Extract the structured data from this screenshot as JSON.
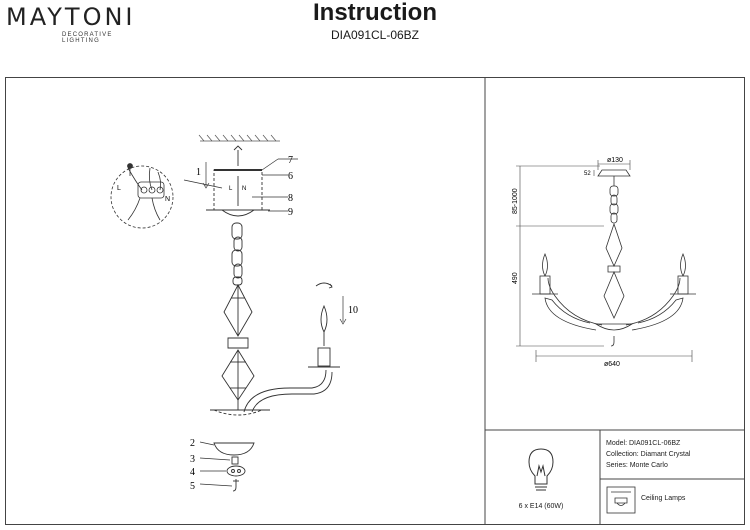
{
  "header": {
    "brand_name": "MAYTONI",
    "brand_tagline": "DECORATIVE LIGHTING",
    "title": "Instruction",
    "model_code": "DIA091CL-06BZ"
  },
  "assembly": {
    "callouts": [
      "1",
      "2",
      "3",
      "4",
      "5",
      "6",
      "7",
      "8",
      "9",
      "10"
    ],
    "wire_labels": {
      "live": "L",
      "neutral": "N"
    }
  },
  "dimensions": {
    "canopy_diameter": "ø130",
    "canopy_height": "52",
    "chain_length": "85-1000",
    "body_height": "490",
    "overall_diameter": "ø640"
  },
  "specs": {
    "model": "Model: DIA091CL-06BZ",
    "collection": "Collection: Diamant Crystal",
    "series": "Series: Monte Carlo",
    "bulb": "6 x E14 (60W)",
    "type": "Ceiling Lamps"
  },
  "colors": {
    "line": "#333333",
    "frame": "#444444"
  }
}
